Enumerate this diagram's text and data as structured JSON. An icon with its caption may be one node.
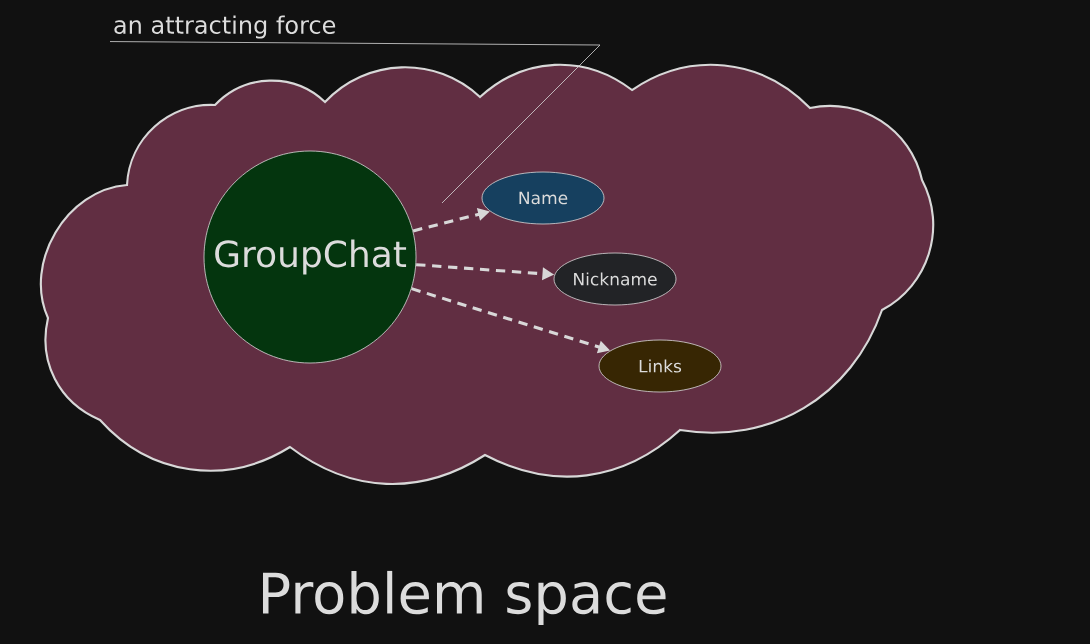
{
  "diagram": {
    "nodes": [
      {
        "text": [],
        "shape": "cloud",
        "beside": [
          "Problem space"
        ]
      },
      {
        "text": [
          "GroupChat"
        ],
        "in": 0
      },
      {
        "text": [
          "Name"
        ],
        "in": 0
      },
      {
        "text": [
          "Nickname"
        ],
        "in": 0
      },
      {
        "text": [
          "Links"
        ],
        "in": 0
      },
      {
        "text": [
          "an attracting force"
        ]
      }
    ],
    "edges": [
      {
        "from": 1,
        "to": 2,
        "arrow": "to",
        "style": "dashed"
      },
      {
        "from": 1,
        "to": 3,
        "arrow": "to",
        "style": "dashed"
      },
      {
        "from": 1,
        "to": 4,
        "arrow": "to",
        "style": "dashed"
      },
      {
        "from": 5,
        "to": null,
        "arrow": "none"
      }
    ]
  }
}
